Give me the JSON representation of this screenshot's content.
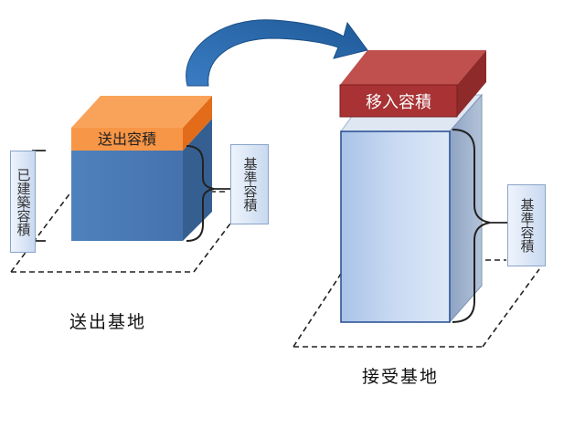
{
  "left_block": {
    "top_label": "送出容積",
    "built_label": "已建築容積",
    "base_label": "基準容積",
    "caption": "送出基地"
  },
  "right_block": {
    "top_label": "移入容積",
    "base_label": "基準容積",
    "caption": "接受基地"
  },
  "colors": {
    "send_orange": "#f79646",
    "dark_blue": "#4a7ebb",
    "light_blue": "#c6d9f1",
    "receive_red": "#b33b3f",
    "arrow_blue": "#2e6dad"
  }
}
